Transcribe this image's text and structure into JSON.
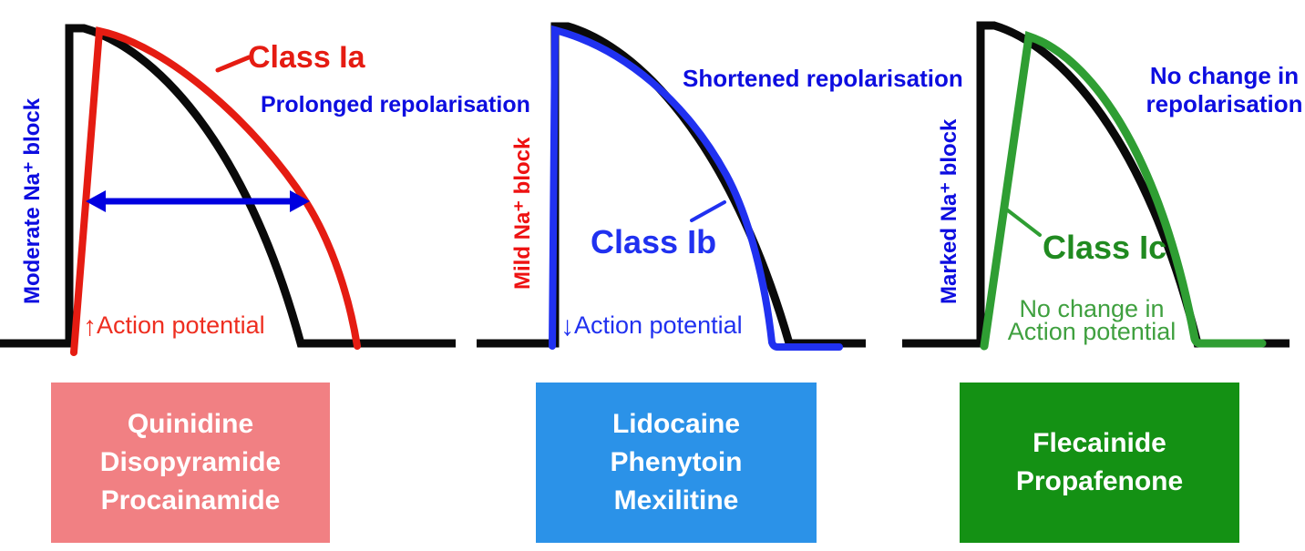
{
  "colors": {
    "black": "#0a0a0a",
    "text_blue": "#0d0de0",
    "arrow_blue": "#0000e0",
    "red": "#e51c12",
    "ap_red": "#ee2e20",
    "curve_blue": "#2031f0",
    "green_curve": "#2f9e33",
    "green_text": "#208a20",
    "green_soft": "#3fa03f",
    "box_salmon": "#f18083",
    "box_blue": "#2b92e8",
    "box_green": "#149114",
    "white": "#ffffff"
  },
  "panels": [
    {
      "class_label": "Class Ia",
      "na_block_label": "Moderate Na⁺ block",
      "repolarisation_note": "Prolonged repolarisation",
      "ap_arrow": "↑",
      "ap_text": "Action potential",
      "drugs": [
        "Quinidine",
        "Disopyramide",
        "Procainamide"
      ]
    },
    {
      "class_label": "Class Ib",
      "na_block_label": "Mild Na⁺ block",
      "repolarisation_note": "Shortened repolarisation",
      "ap_arrow": "↓",
      "ap_text": "Action potential",
      "drugs": [
        "Lidocaine",
        "Phenytoin",
        "Mexilitine"
      ]
    },
    {
      "class_label": "Class Ic",
      "na_block_label": "Marked Na⁺ block",
      "repolarisation_note_line1": "No change in",
      "repolarisation_note_line2": "repolarisation",
      "ap_note_line1": "No change in",
      "ap_note_line2": "Action potential",
      "drugs": [
        "Flecainide",
        "Propafenone"
      ]
    }
  ]
}
